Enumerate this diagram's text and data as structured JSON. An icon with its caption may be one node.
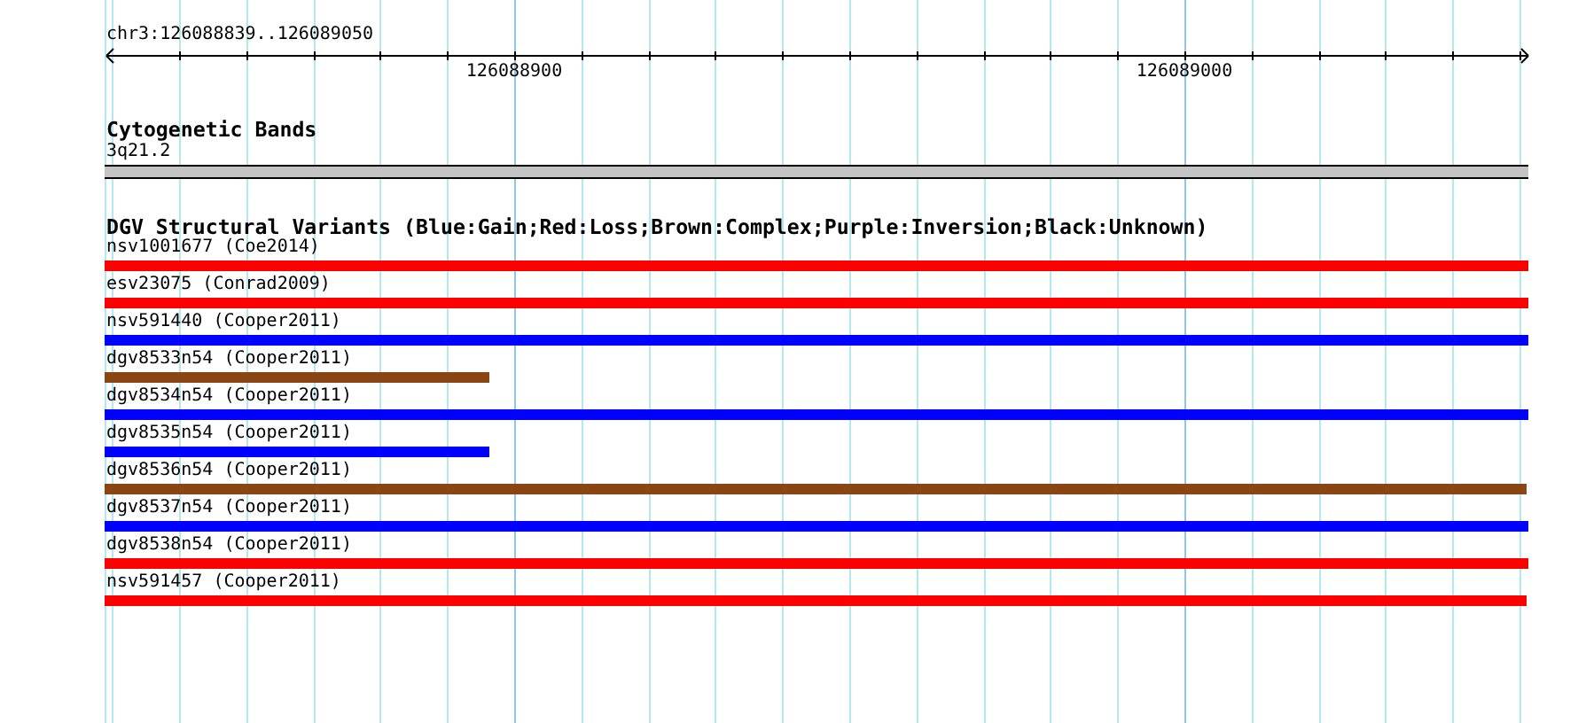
{
  "diagram": {
    "nodes": [
      {
        "text": [
          "3q21.2"
        ]
      },
      {
        "text": [
          "nsv1001677 (Coe2014)"
        ]
      },
      {
        "text": [
          "esv23075 (Conrad2009)"
        ]
      },
      {
        "text": [
          "nsv591440 (Cooper2011)"
        ]
      },
      {
        "text": [
          "dgv8533n54 (Cooper2011)"
        ]
      },
      {
        "text": [
          "dgv8534n54 (Cooper2011)"
        ]
      },
      {
        "text": [
          "dgv8535n54 (Cooper2011)"
        ]
      },
      {
        "text": [
          "dgv8536n54 (Cooper2011)"
        ]
      },
      {
        "text": [
          "dgv8537n54 (Cooper2011)"
        ]
      },
      {
        "text": [
          "dgv8538n54 (Cooper2011)"
        ]
      },
      {
        "text": [
          "nsv591457 (Cooper2011)"
        ]
      }
    ],
    "labels": [
      "chr3:126088839..126089050",
      "126088900",
      "126089000",
      "Cytogenetic Bands",
      "DGV Structural Variants (Blue:Gain;Red:Loss;Brown:Complex;Purple:Inversion;Black:Unknown)"
    ]
  }
}
